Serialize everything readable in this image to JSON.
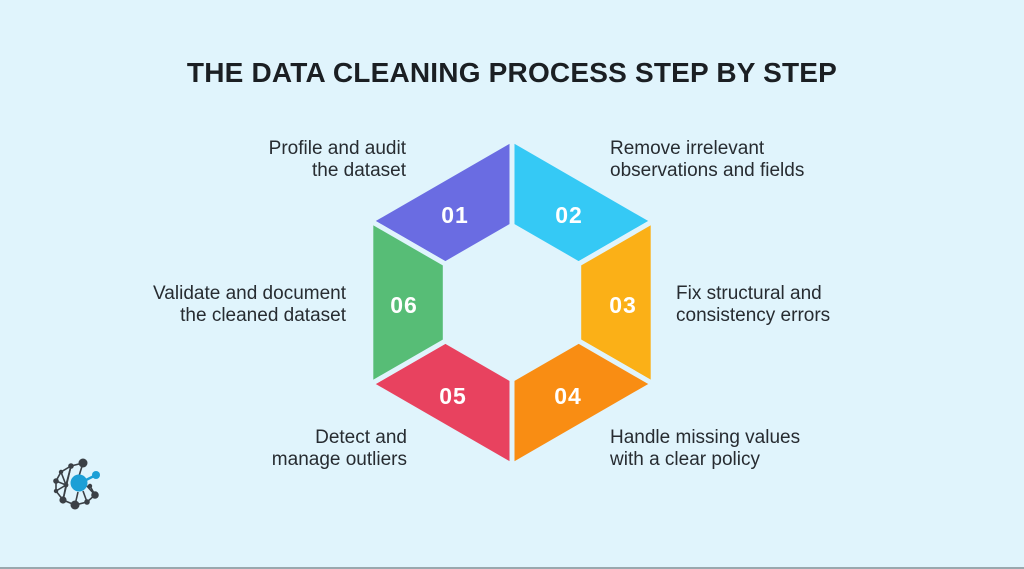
{
  "canvas": {
    "title": "THE DATA CLEANING PROCESS STEP BY STEP",
    "background_color": "#e0f4fc",
    "title_color": "#1b1f23",
    "label_color": "#272c31",
    "number_color": "#ffffff"
  },
  "steps": [
    {
      "number": "01",
      "line1": "Profile and audit",
      "line2": "the dataset",
      "color": "#6a6ce2"
    },
    {
      "number": "02",
      "line1": "Remove irrelevant",
      "line2": "observations and fields",
      "color": "#35c9f5"
    },
    {
      "number": "03",
      "line1": "Fix structural and",
      "line2": "consistency errors",
      "color": "#fbb017"
    },
    {
      "number": "04",
      "line1": "Handle missing values",
      "line2": "with a clear policy",
      "color": "#f98d13"
    },
    {
      "number": "05",
      "line1": "Detect and",
      "line2": "manage outliers",
      "color": "#e8425f"
    },
    {
      "number": "06",
      "line1": "Validate and document",
      "line2": "the cleaned dataset",
      "color": "#57bd76"
    }
  ],
  "logo": {
    "icon": "network-graph-logo",
    "dark_color": "#3b4046",
    "accent_color": "#1c9fd6"
  }
}
